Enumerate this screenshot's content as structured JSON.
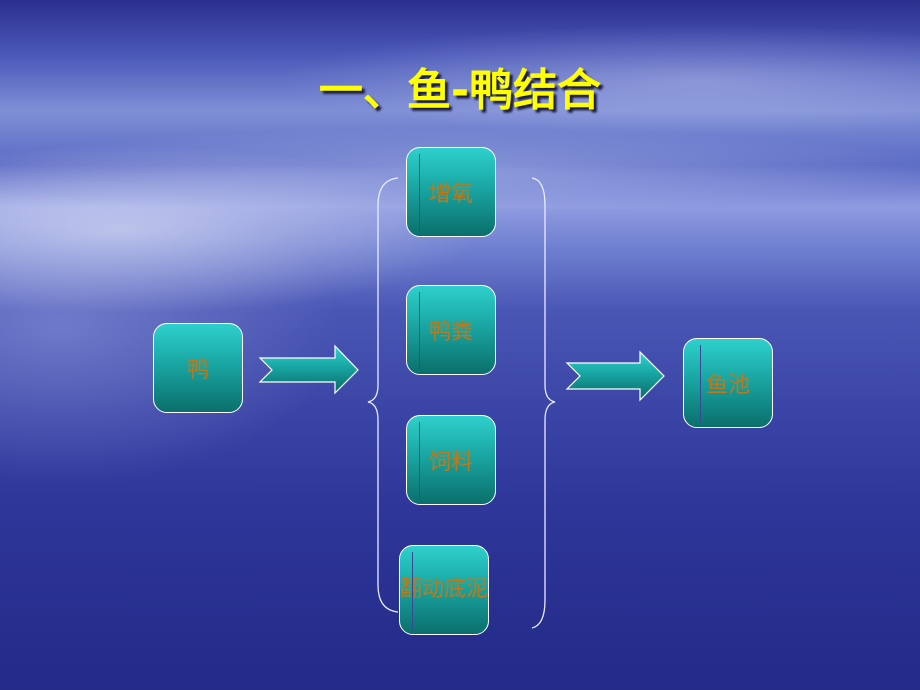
{
  "title": "一、鱼-鸭结合",
  "source": "鸭",
  "effects": [
    "增氧",
    "鸭粪",
    "饲料",
    "翻动底泥"
  ],
  "target": "鱼池"
}
